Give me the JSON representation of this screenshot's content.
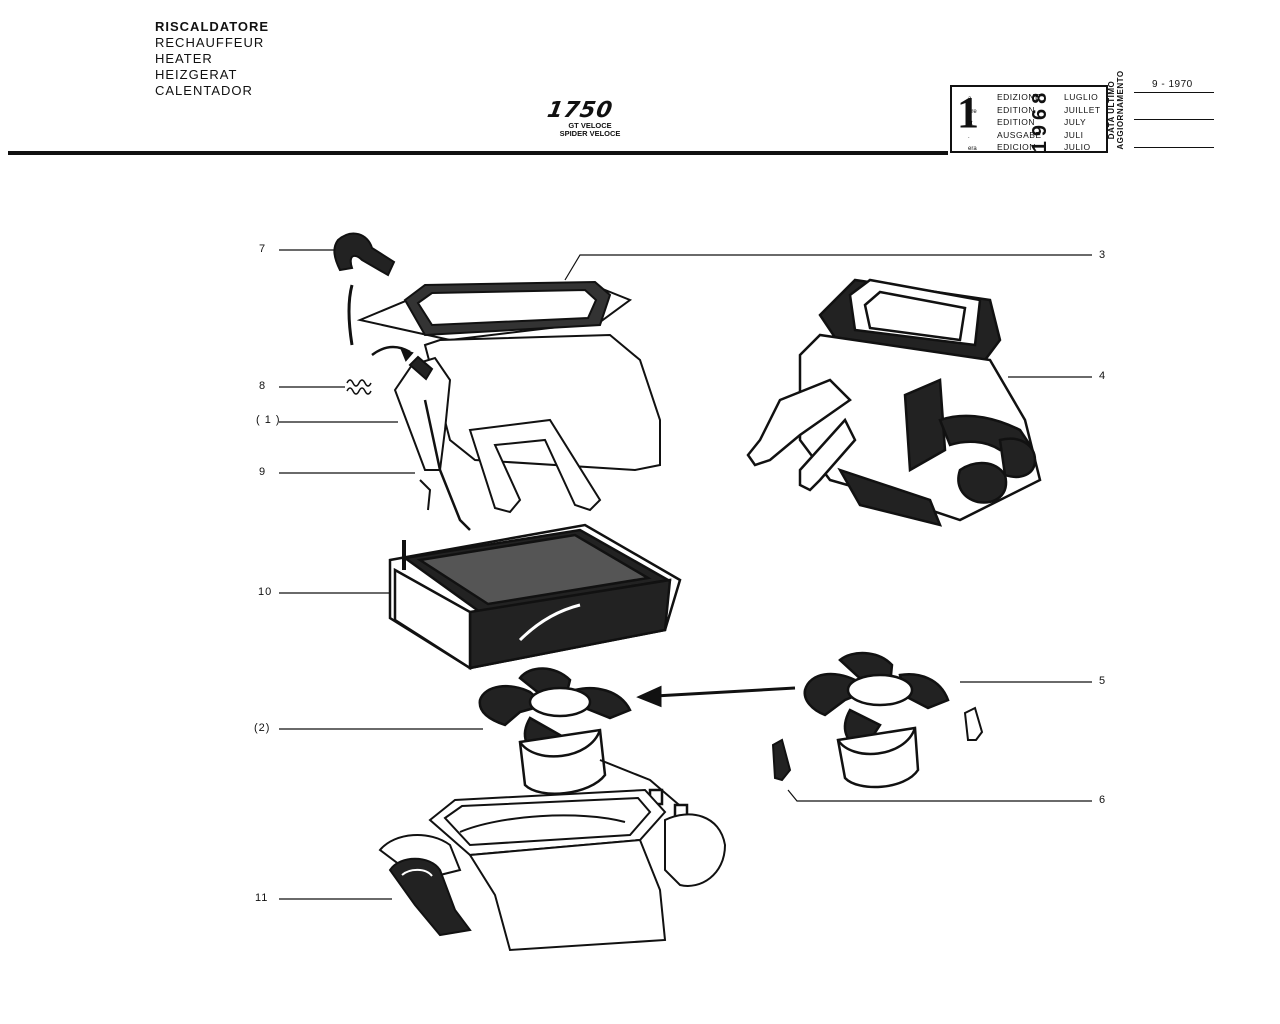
{
  "header": {
    "titles": [
      "RISCALDATORE",
      "RECHAUFFEUR",
      "HEATER",
      "HEIZGERAT",
      "CALENTADOR"
    ],
    "model_number": "1750",
    "model_variants": [
      "GT VELOCE",
      "SPIDER VELOCE"
    ]
  },
  "edition_box": {
    "number": "1",
    "ordinal_suffixes": [
      "a",
      "ere",
      "st",
      ".",
      "era"
    ],
    "edition_labels": [
      "EDIZIONE",
      "EDITION",
      "EDITION",
      "AUSGABE",
      "EDICION"
    ],
    "year": "1968",
    "months": [
      "LUGLIO",
      "JUILLET",
      "JULY",
      "JULI",
      "JULIO"
    ]
  },
  "update_block": {
    "label_line1": "DATA ULTIMO",
    "label_line2": "AGGIORNAMENTO",
    "date": "9 - 1970"
  },
  "callouts": {
    "c7": "7",
    "c8": "8",
    "c1": "( 1 )",
    "c9": "9",
    "c10": "10",
    "c2": "(2)",
    "c11": "11",
    "c3": "3",
    "c4": "4",
    "c5": "5",
    "c6": "6"
  }
}
